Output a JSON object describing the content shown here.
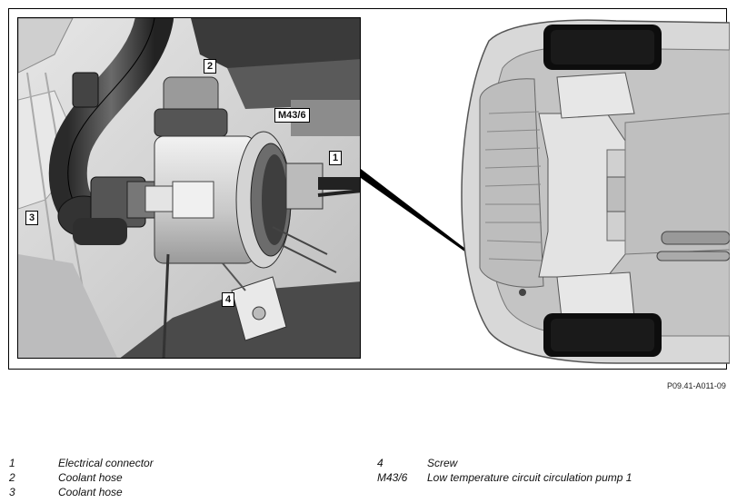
{
  "figure": {
    "reference_code": "P09.41-A011-09",
    "callouts": {
      "c1": "1",
      "c2": "2",
      "c3": "3",
      "c4": "4",
      "cm43": "M43/6"
    }
  },
  "legend": {
    "left": [
      {
        "num": "1",
        "desc": "Electrical connector"
      },
      {
        "num": "2",
        "desc": "Coolant hose"
      },
      {
        "num": "3",
        "desc": "Coolant hose"
      }
    ],
    "right": [
      {
        "num": "4",
        "desc": "Screw"
      },
      {
        "num": "M43/6",
        "desc": "Low temperature circuit circulation pump 1"
      }
    ]
  }
}
